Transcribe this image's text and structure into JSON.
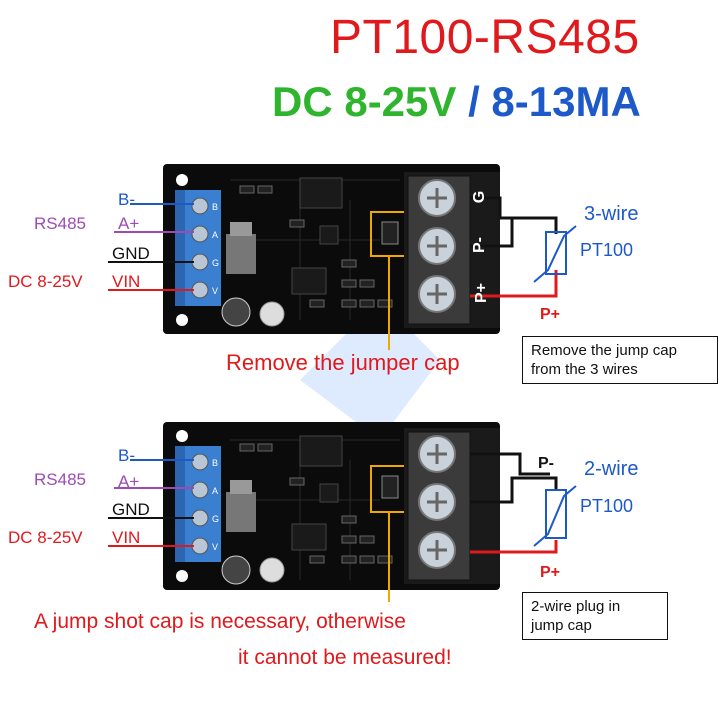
{
  "title": "PT100-RS485",
  "subtitle_left": "DC 8-25V",
  "subtitle_sep": "/",
  "subtitle_right": "8-13MA",
  "top": {
    "pins": [
      "B-",
      "A+",
      "GND",
      "VIN"
    ],
    "rs485": "RS485",
    "dc": "DC 8-25V",
    "mode": "3-wire",
    "sensor": "PT100",
    "terminal_labels": [
      "G",
      "P-",
      "P+"
    ],
    "p_plus": "P+",
    "caption": "Remove the jumper cap",
    "note": [
      "Remove the jump cap",
      "from the 3 wires"
    ]
  },
  "bottom": {
    "pins": [
      "B-",
      "A+",
      "GND",
      "VIN"
    ],
    "rs485": "RS485",
    "dc": "DC 8-25V",
    "mode": "2-wire",
    "sensor": "PT100",
    "p_minus": "P-",
    "p_plus": "P+",
    "caption_line1": "A jump shot cap is necessary, otherwise",
    "caption_line2": "it cannot be measured!",
    "note": [
      "2-wire plug in",
      "jump cap"
    ]
  },
  "colors": {
    "red": "#e0191c",
    "green": "#2fb52d",
    "blue": "#1d59c8",
    "purple": "#9b4bb3",
    "board": "#0b0b0b",
    "terminal": "#3a7fd0"
  }
}
